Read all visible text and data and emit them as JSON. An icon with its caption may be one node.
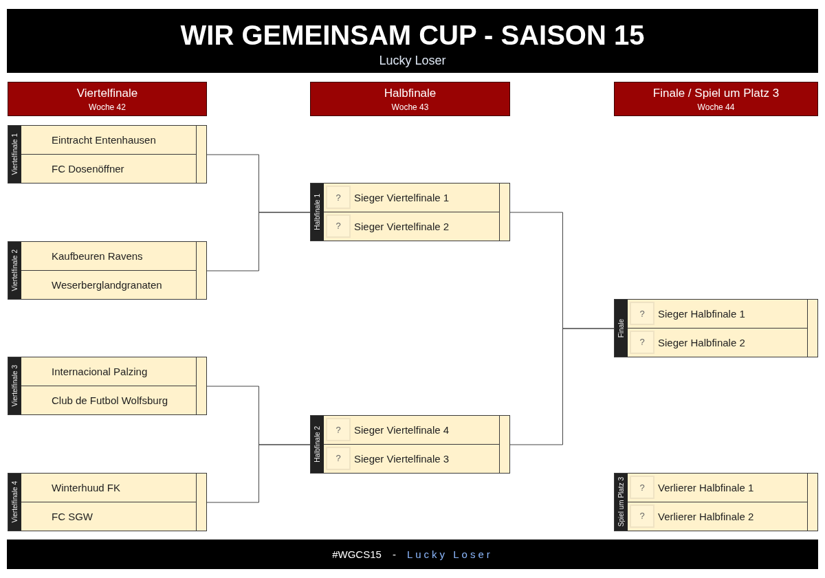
{
  "diagram": {
    "title": "WIR GEMEINSAM CUP - SAISON 15",
    "nodes": [
      {
        "text": [
          "Viertelfinale",
          "Woche 42"
        ]
      },
      {
        "text": [
          "Halbfinale",
          "Woche 43"
        ]
      },
      {
        "text": [
          "Finale / Spiel um Platz 3",
          "Woche 44"
        ]
      },
      {
        "text": [
          "Viertelfinale 1"
        ]
      },
      {
        "text": [
          "Eintracht Entenhausen"
        ],
        "in": 3
      },
      {
        "text": [
          "FC Dosenöffner"
        ],
        "in": 3
      },
      {
        "text": [],
        "shape": "box",
        "in": 3
      },
      {
        "text": [
          "Viertelfinale 2"
        ]
      },
      {
        "text": [
          "Kaufbeuren Ravens"
        ],
        "in": 7
      },
      {
        "text": [
          "Weserberglandgranaten"
        ],
        "in": 7
      },
      {
        "text": [],
        "shape": "box",
        "in": 7
      },
      {
        "text": [
          "Viertelfinale 3"
        ]
      },
      {
        "text": [
          "Internacional Palzing"
        ],
        "in": 11
      },
      {
        "text": [
          "Club de Futbol Wolfsburg"
        ],
        "in": 11
      },
      {
        "text": [],
        "shape": "box",
        "in": 11
      },
      {
        "text": [
          "Viertelfinale 4"
        ]
      },
      {
        "text": [
          "Winterhuud FK"
        ],
        "in": 15
      },
      {
        "text": [
          "FC SGW"
        ],
        "in": 15
      },
      {
        "text": [],
        "shape": "box",
        "in": 15
      },
      {
        "text": [
          "Halbfinale 1"
        ]
      },
      {
        "text": [
          "Sieger Viertelfinale 1"
        ],
        "in": 19
      },
      {
        "text": [
          "?"
        ],
        "in": 20
      },
      {
        "text": [
          "Sieger Viertelfinale 2"
        ],
        "in": 19
      },
      {
        "text": [
          "?"
        ],
        "in": 22
      },
      {
        "text": [],
        "shape": "box",
        "in": 19
      },
      {
        "text": [
          "Halbfinale 2"
        ]
      },
      {
        "text": [
          "Sieger Viertelfinale 4"
        ],
        "in": 25
      },
      {
        "text": [
          "?"
        ],
        "in": 26
      },
      {
        "text": [
          "Sieger Viertelfinale 3"
        ],
        "in": 25
      },
      {
        "text": [
          "?"
        ],
        "in": 28
      },
      {
        "text": [],
        "shape": "box",
        "in": 25
      },
      {
        "text": [
          "Finale"
        ]
      },
      {
        "text": [
          "Sieger Halbfinale 1"
        ],
        "in": 31
      },
      {
        "text": [
          "?"
        ],
        "in": 32
      },
      {
        "text": [
          "Sieger Halbfinale 2"
        ],
        "in": 31
      },
      {
        "text": [
          "?"
        ],
        "in": 34
      },
      {
        "text": [],
        "shape": "box",
        "in": 31
      },
      {
        "text": [
          "Spiel um Platz 3"
        ]
      },
      {
        "text": [
          "Verlierer Halbfinale 1"
        ],
        "in": 37
      },
      {
        "text": [
          "?"
        ],
        "in": 38
      },
      {
        "text": [
          "Verlierer Halbfinale 2"
        ],
        "in": 37
      },
      {
        "text": [
          "?"
        ],
        "in": 40
      },
      {
        "text": [],
        "shape": "box",
        "in": 37
      }
    ],
    "edges": [
      {
        "from": 3,
        "to": 19,
        "arrow": "none"
      },
      {
        "from": 7,
        "to": 19,
        "arrow": "none"
      },
      {
        "from": 11,
        "to": 25,
        "arrow": "none"
      },
      {
        "from": 15,
        "to": 25,
        "arrow": "none"
      },
      {
        "from": 19,
        "to": 31,
        "arrow": "none"
      },
      {
        "from": 25,
        "to": 31,
        "arrow": "none"
      }
    ],
    "labels": [
      "Lucky Loser",
      "#WGCS15",
      "-",
      "Lucky Loser"
    ]
  }
}
